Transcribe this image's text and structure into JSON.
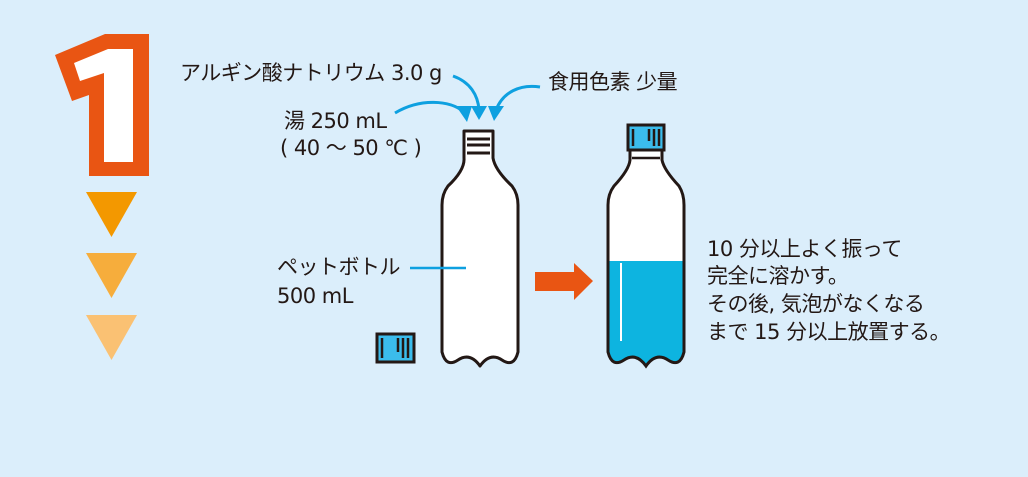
{
  "step_number": "1",
  "labels": {
    "sodium_alginate": "アルギン酸ナトリウム 3.0 g",
    "food_coloring": "食用色素 少量",
    "hot_water": "湯 250 mL",
    "hot_water_temp": "( 40 ～ 50 ℃ )",
    "pet_bottle": "ペットボトル",
    "pet_bottle_volume": "500 mL"
  },
  "instructions": [
    "10 分以上よく振って",
    "完全に溶かす。",
    "その後, 気泡がなくなる",
    "まで 15 分以上放置する。"
  ],
  "colors": {
    "background": "#dbeefb",
    "step_orange": "#e95513",
    "triangle_1": "#f39800",
    "triangle_2": "#f6ad3c",
    "triangle_3": "#fac173",
    "arrow_blue": "#0ea0e0",
    "liquid_blue": "#0db4e0",
    "cap_blue": "#3bbcec"
  },
  "bottle_fill_fraction": 0.55
}
